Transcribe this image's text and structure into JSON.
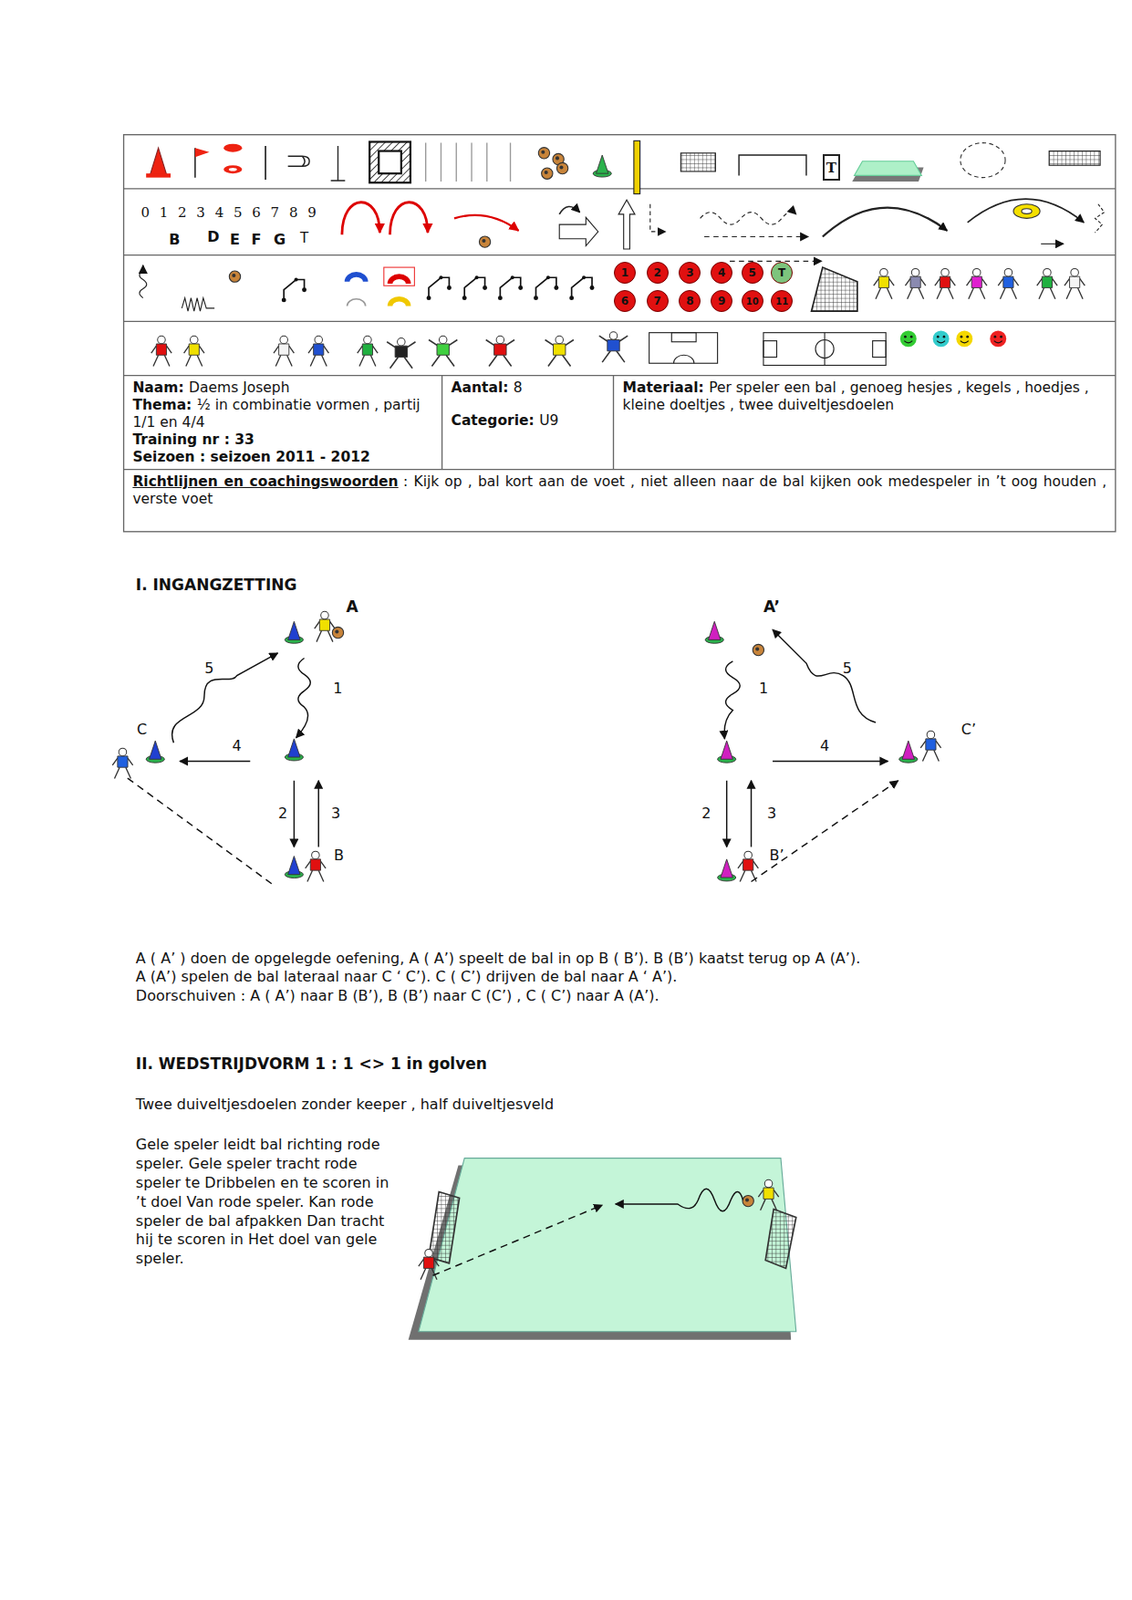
{
  "diagram": {
    "nodes": [
      {
        "text": [
          "T"
        ]
      },
      {
        "text": [
          "1"
        ]
      },
      {
        "text": [
          "2"
        ]
      },
      {
        "text": [
          "3"
        ]
      },
      {
        "text": [
          "4"
        ]
      },
      {
        "text": [
          "5"
        ]
      },
      {
        "text": [
          "T"
        ]
      },
      {
        "text": [
          "6"
        ]
      },
      {
        "text": [
          "7"
        ]
      },
      {
        "text": [
          "8"
        ]
      },
      {
        "text": [
          "9"
        ]
      },
      {
        "text": [
          "10"
        ]
      },
      {
        "text": [
          "11"
        ]
      },
      {
        "text": [
          "Naam:",
          "Daems Joseph",
          "Thema:",
          "½ in combinatie vormen , partij 1/1 en 4/4",
          "Training nr : 33",
          "Seizoen : seizoen 2011 - 2012"
        ]
      },
      {
        "text": [
          "Aantal:",
          "8",
          "Categorie:",
          "U9"
        ]
      },
      {
        "text": [
          "Materiaal:",
          "Per speler een bal , genoeg hesjes , kegels , hoedjes , kleine doeltjes , twee duiveltjesdoelen"
        ]
      },
      {
        "text": [
          "Richtlijnen en coachingswoorden",
          ": Kijk op , bal kort aan de voet , niet alleen naar de bal kijken ook medespeler in ’t oog houden , verste voet"
        ]
      }
    ],
    "labels": [
      "0 1 2 3 4 5 6 7 8 9",
      "B",
      "D",
      "E",
      "F",
      "G",
      "T",
      "I. INGANGZETTING",
      "A",
      "5",
      "1",
      "C",
      "4",
      "2",
      "3",
      "B",
      "A’",
      "1",
      "5",
      "C’",
      "4",
      "2",
      "3",
      "B’",
      "A ( A’ ) doen de opgelegde oefening, A ( A’) speelt de bal in op B ( B’). B (B’) kaatst terug op A (A’).",
      "A (A’) spelen de bal lateraal naar C ‘ C’). C ( C’) drijven de bal naar A ‘ A’).",
      "Doorschuiven : A ( A’) naar B (B’), B (B’) naar C (C’) , C ( C’) naar A (A’).",
      "II. WEDSTRIJDVORM 1 : 1 <> 1 in golven",
      "Twee duiveltjesdoelen zonder keeper , half duiveltjesveld",
      "Gele speler leidt bal richting rode speler. Gele speler tracht rode speler te Dribbelen en te scoren in ’t doel Van rode speler. Kan rode speler de bal afpakken Dan tracht hij te scoren in Het doel van gele speler."
    ]
  }
}
